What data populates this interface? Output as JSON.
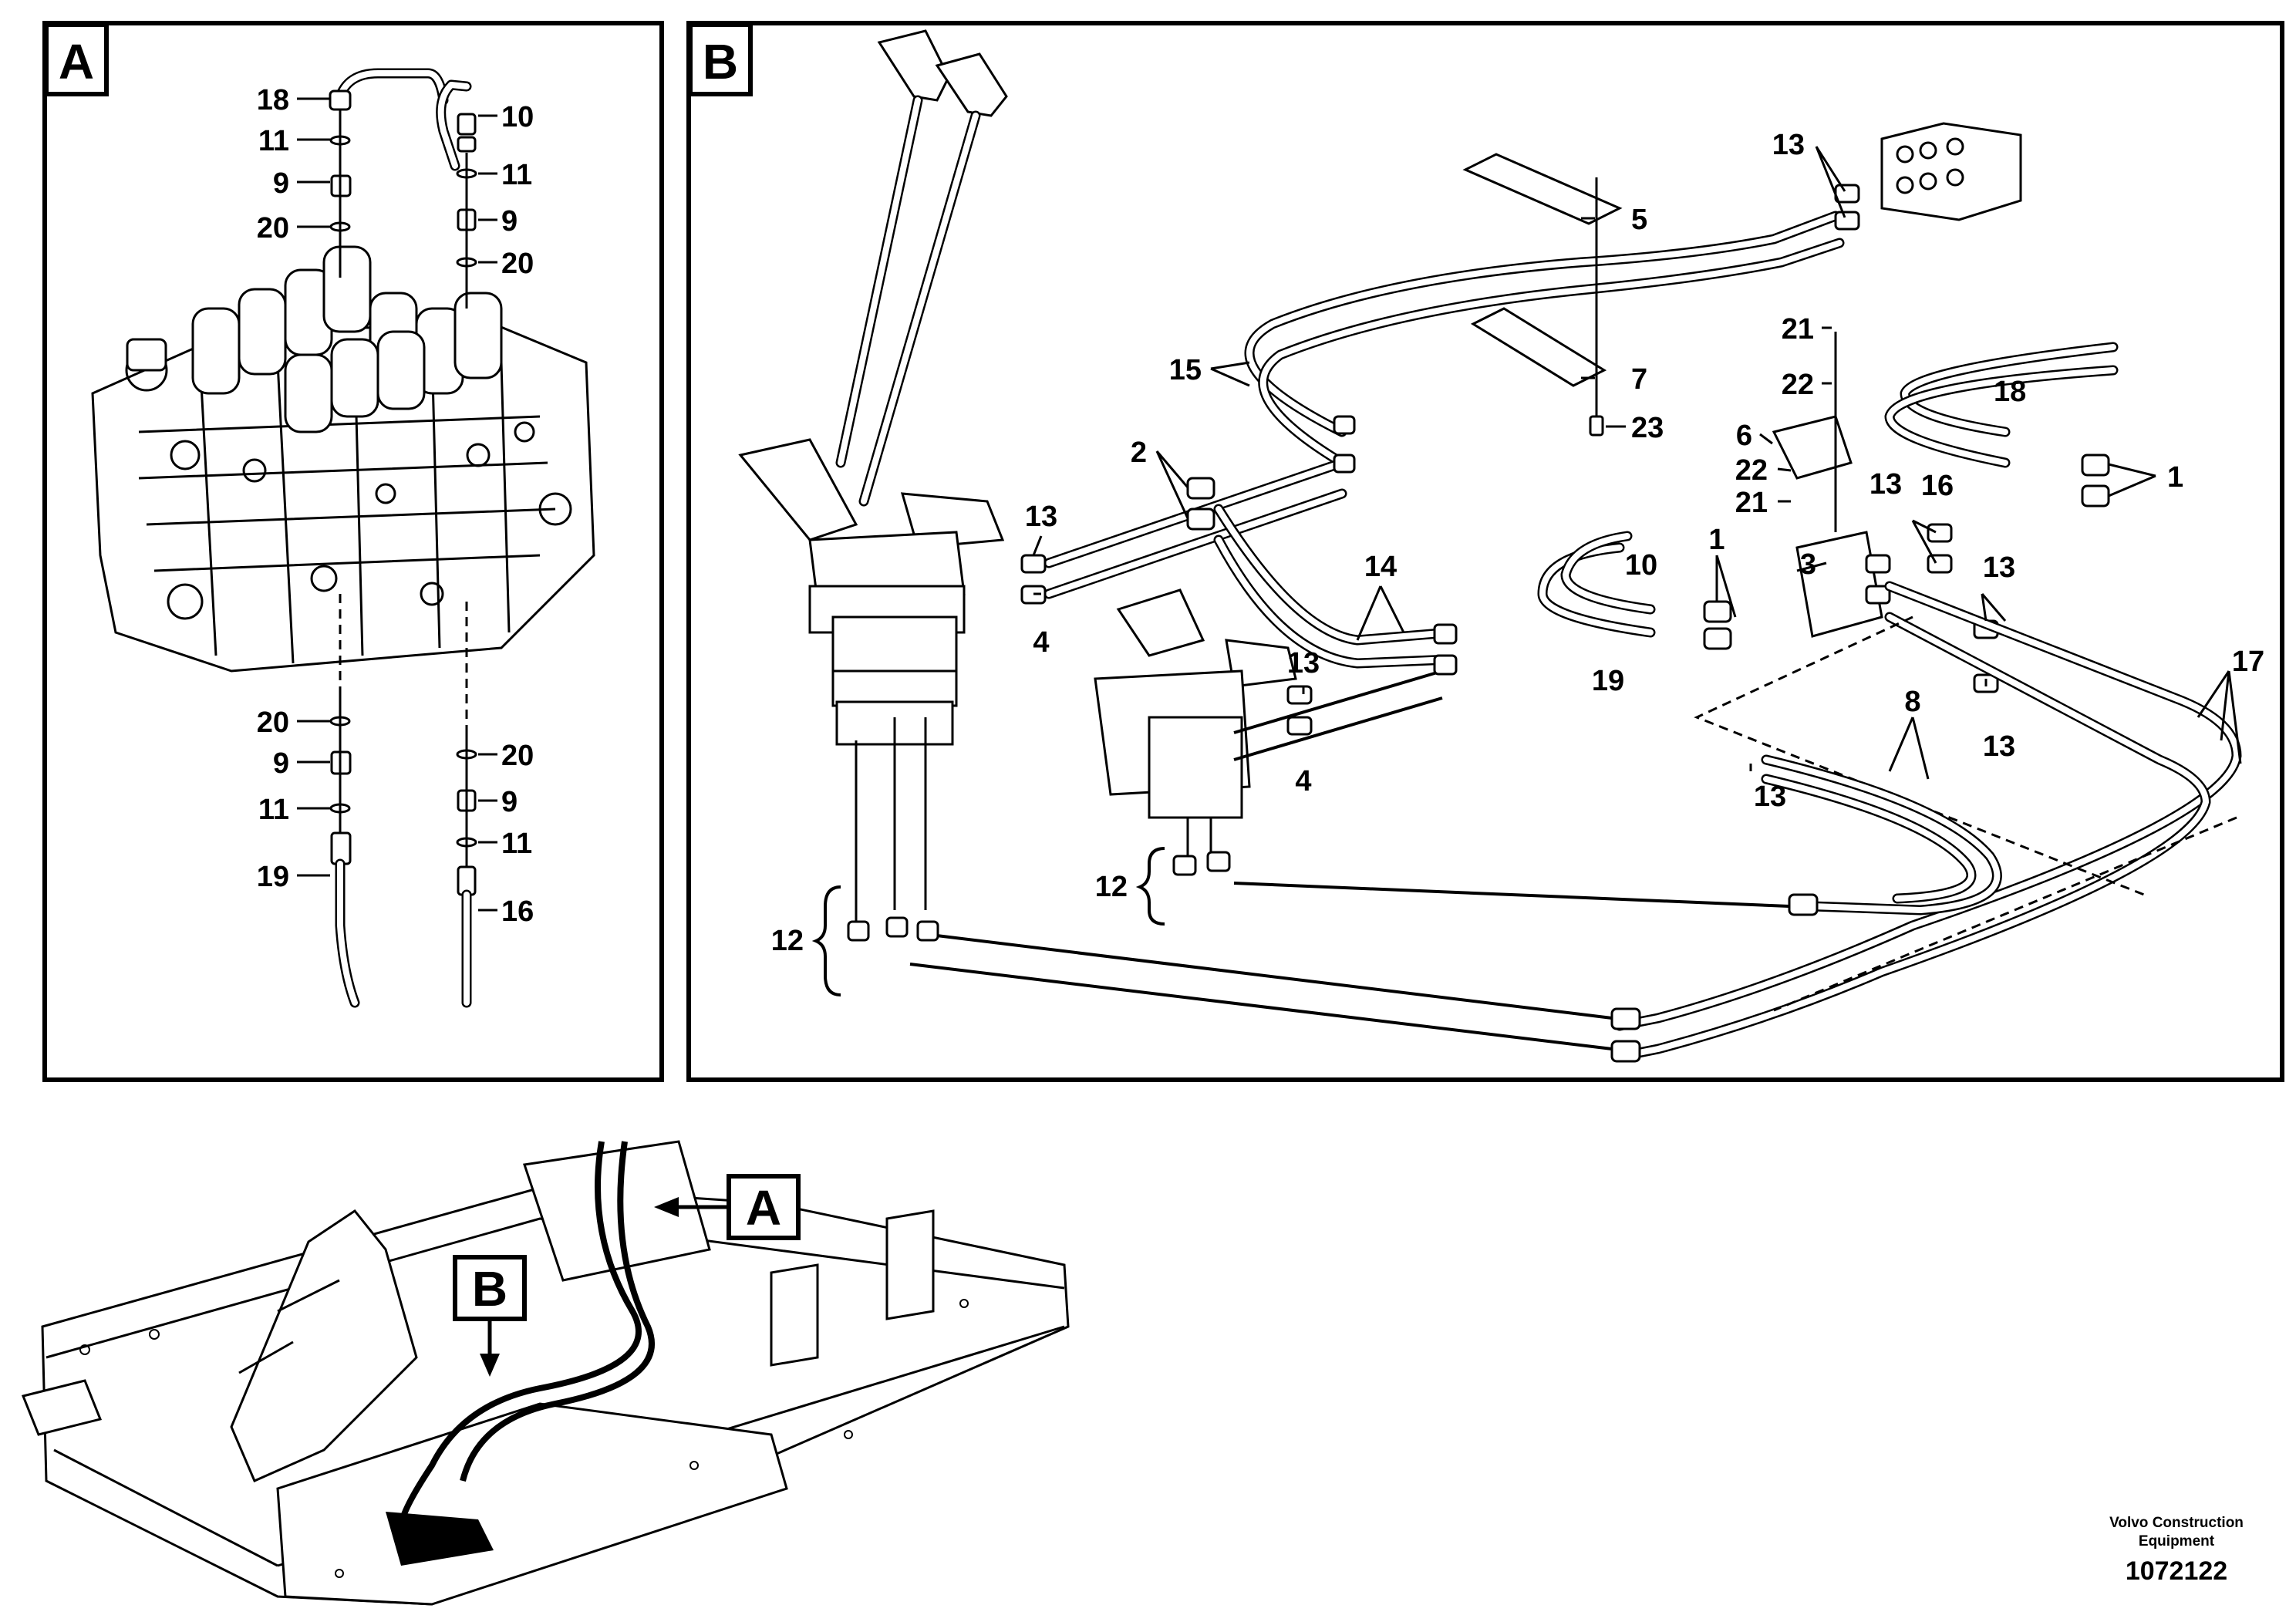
{
  "panels": {
    "a": {
      "tag": "A"
    },
    "b": {
      "tag": "B"
    },
    "overview": {
      "tag_a": "A",
      "tag_b": "B"
    }
  },
  "labels_a": [
    {
      "text": "18"
    },
    {
      "text": "11"
    },
    {
      "text": "9"
    },
    {
      "text": "20"
    },
    {
      "text": "10"
    },
    {
      "text": "11"
    },
    {
      "text": "9"
    },
    {
      "text": "20"
    },
    {
      "text": "20"
    },
    {
      "text": "9"
    },
    {
      "text": "11"
    },
    {
      "text": "19"
    },
    {
      "text": "20"
    },
    {
      "text": "9"
    },
    {
      "text": "11"
    },
    {
      "text": "16"
    }
  ],
  "labels_b": [
    {
      "text": "13"
    },
    {
      "text": "5"
    },
    {
      "text": "15"
    },
    {
      "text": "7"
    },
    {
      "text": "23"
    },
    {
      "text": "21"
    },
    {
      "text": "22"
    },
    {
      "text": "18"
    },
    {
      "text": "6"
    },
    {
      "text": "22"
    },
    {
      "text": "21"
    },
    {
      "text": "2"
    },
    {
      "text": "13"
    },
    {
      "text": "4"
    },
    {
      "text": "14"
    },
    {
      "text": "13"
    },
    {
      "text": "4"
    },
    {
      "text": "10"
    },
    {
      "text": "1"
    },
    {
      "text": "3"
    },
    {
      "text": "19"
    },
    {
      "text": "13"
    },
    {
      "text": "16"
    },
    {
      "text": "1"
    },
    {
      "text": "13"
    },
    {
      "text": "13"
    },
    {
      "text": "8"
    },
    {
      "text": "13"
    },
    {
      "text": "17"
    },
    {
      "text": "12"
    },
    {
      "text": "12"
    }
  ],
  "footer": {
    "brand_line1": "Volvo Construction",
    "brand_line2": "Equipment",
    "doc_number": "1072122"
  }
}
